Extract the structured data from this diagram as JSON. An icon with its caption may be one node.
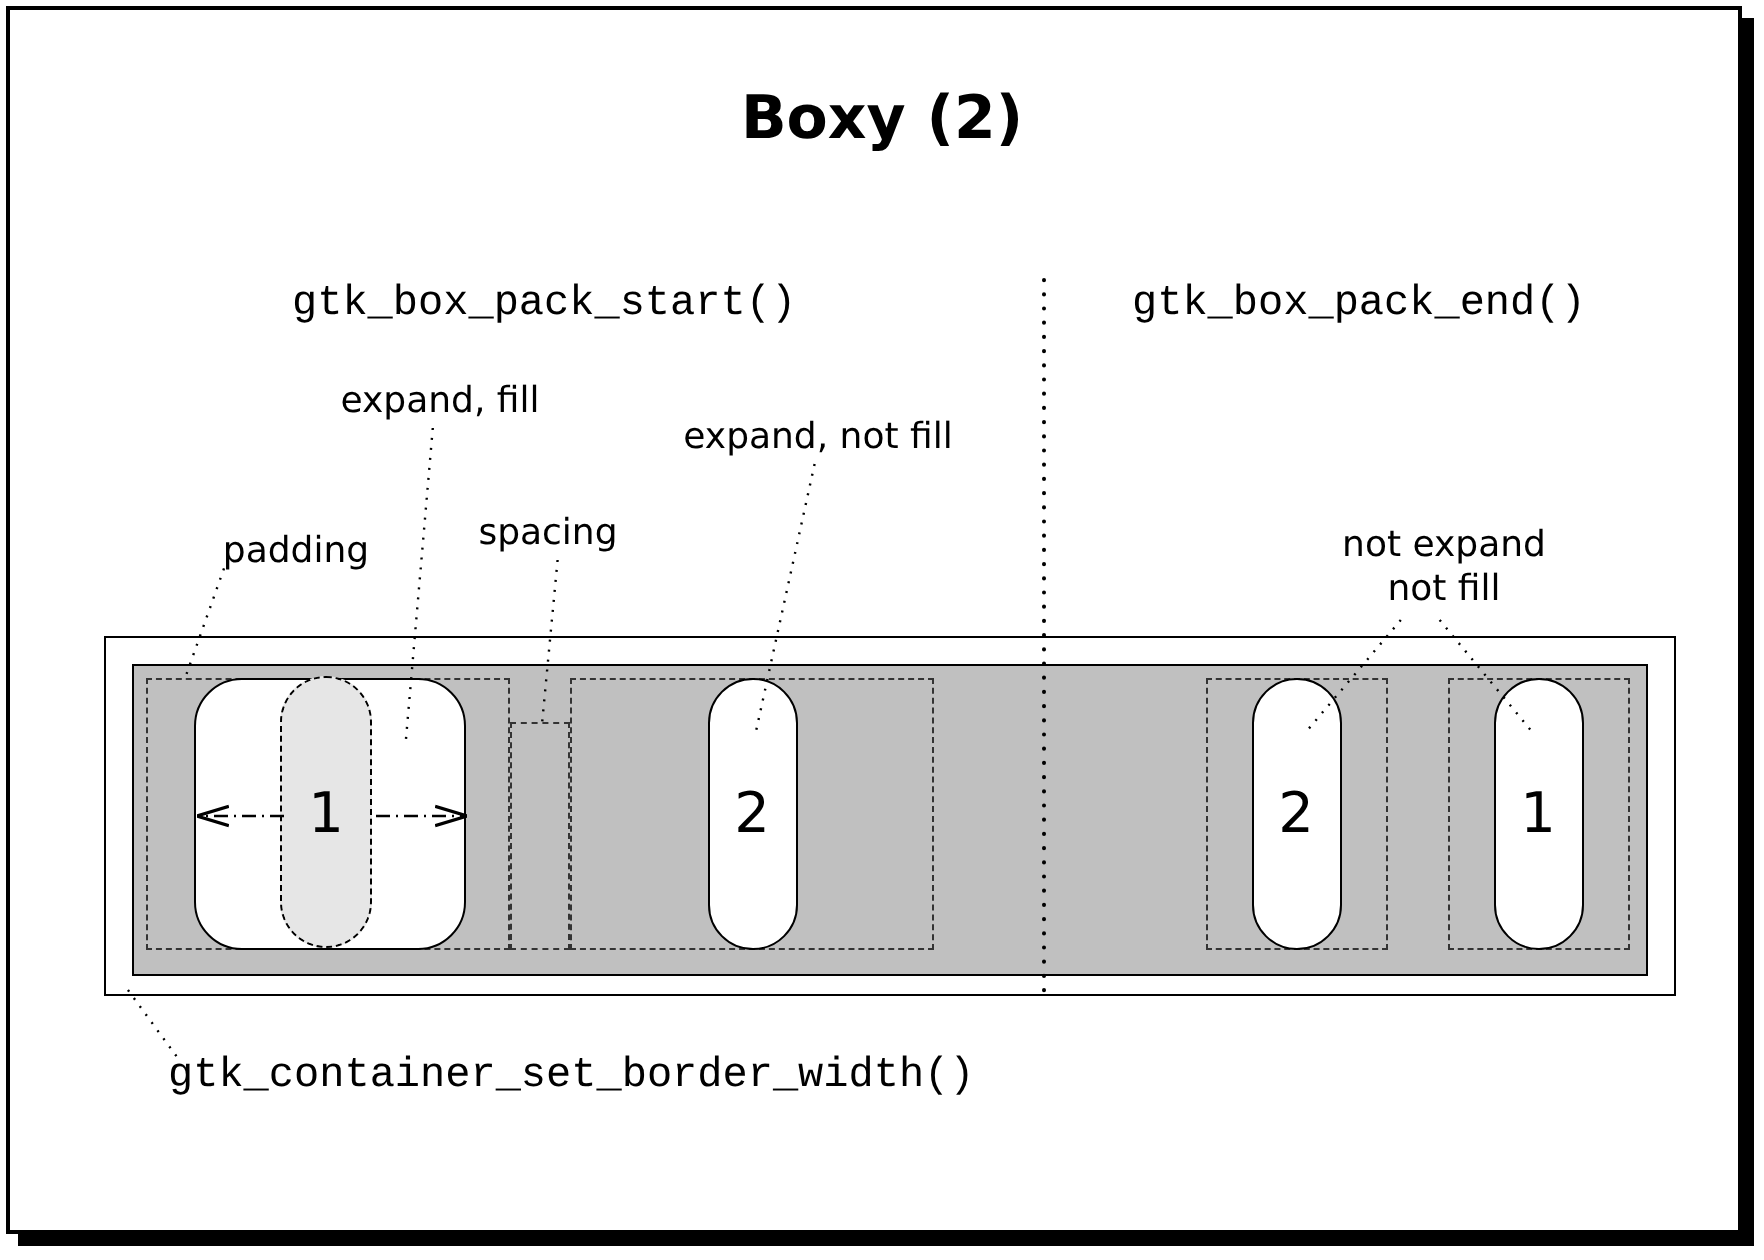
{
  "diagram": {
    "title": "Boxy (2)",
    "nodes": [
      {
        "text": [],
        "shape": "box"
      },
      {
        "text": [],
        "shape": "box",
        "in": 0
      },
      {
        "text": [],
        "shape": "box",
        "in": 1
      },
      {
        "text": [],
        "shape": "box",
        "in": 2
      },
      {
        "text": [
          "1"
        ],
        "in": 3
      },
      {
        "text": [],
        "shape": "box",
        "in": 1
      },
      {
        "text": [],
        "shape": "box",
        "in": 1
      },
      {
        "text": [
          "2"
        ],
        "in": 6
      },
      {
        "text": [],
        "shape": "box",
        "in": 1
      },
      {
        "text": [
          "2"
        ],
        "in": 8
      },
      {
        "text": [],
        "shape": "box",
        "in": 1
      },
      {
        "text": [
          "1"
        ],
        "in": 10
      },
      {
        "text": [
          "padding"
        ]
      },
      {
        "text": [
          "expand, fill"
        ]
      },
      {
        "text": [
          "spacing"
        ]
      },
      {
        "text": [
          "expand, not fill"
        ]
      },
      {
        "text": [
          "not expand not fill"
        ]
      },
      {
        "text": [
          "gtk_container_set_border_width()"
        ]
      }
    ],
    "edges": [
      {
        "from": 12,
        "to": 2,
        "arrow": "none"
      },
      {
        "from": 13,
        "to": 3,
        "arrow": "none"
      },
      {
        "from": 14,
        "to": 5,
        "arrow": "none"
      },
      {
        "from": 15,
        "to": 7,
        "arrow": "none"
      },
      {
        "from": 16,
        "to": 9,
        "arrow": "none"
      },
      {
        "from": 16,
        "to": 11,
        "arrow": "none"
      },
      {
        "from": 17,
        "to": 0,
        "arrow": "none"
      },
      {
        "from": 4,
        "to": 3,
        "arrow": "to",
        "style": "dashed"
      },
      {
        "from": 4,
        "to": 3,
        "arrow": "to",
        "style": "dashed"
      }
    ],
    "labels": [
      "gtk_box_pack_start()",
      "gtk_box_pack_end()"
    ]
  }
}
